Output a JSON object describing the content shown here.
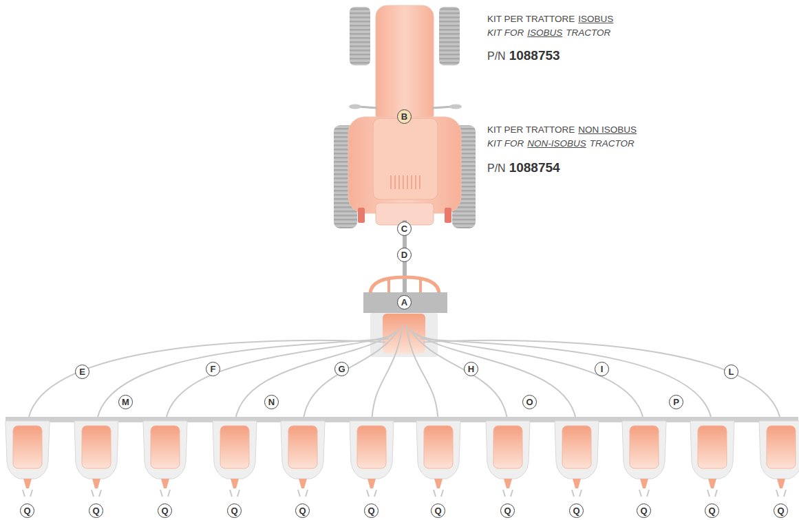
{
  "diagram": {
    "labels": [
      "A",
      "B",
      "C",
      "D",
      "E",
      "F",
      "G",
      "H",
      "I",
      "L",
      "M",
      "N",
      "O",
      "P",
      "Q",
      "Q",
      "Q",
      "Q",
      "Q",
      "Q",
      "Q",
      "Q",
      "Q",
      "Q",
      "Q",
      "Q",
      "KIT PER TRATTORE",
      "ISOBUS",
      "KIT FOR",
      "ISOBUS",
      "TRACTOR",
      "P/N",
      "1088753",
      "KIT PER TRATTORE",
      "NON ISOBUS",
      "KIT FOR",
      "NON-ISOBUS",
      "TRACTOR",
      "P/N",
      "1088754"
    ]
  }
}
